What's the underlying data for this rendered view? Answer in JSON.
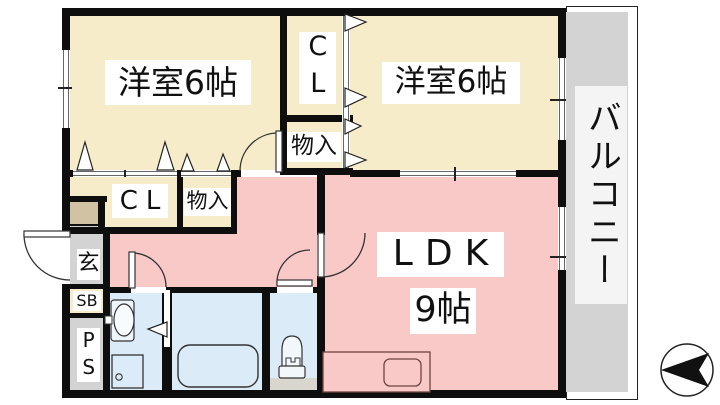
{
  "plan": {
    "bedroom_left": "洋室6帖",
    "bedroom_right": "洋室6帖",
    "closet_top": "CL",
    "storage_top": "物入",
    "closet_mid": "CL",
    "storage_mid": "物入",
    "ldk": "LDK",
    "ldk_size": "9帖",
    "entrance": "玄",
    "shoe_box": "SB",
    "pipe_space": "PS",
    "balcony": "バルコニー"
  },
  "colors": {
    "room_beige": "#f7ecca",
    "ldk_pink": "#f9c9c7",
    "bath_blue": "#dcebf8",
    "balcony_gray": "#d3d3d3",
    "shoebox_tan": "#d2c2a4",
    "wall_black": "#0e0e0e"
  },
  "icons": {
    "compass": "north-arrow"
  }
}
